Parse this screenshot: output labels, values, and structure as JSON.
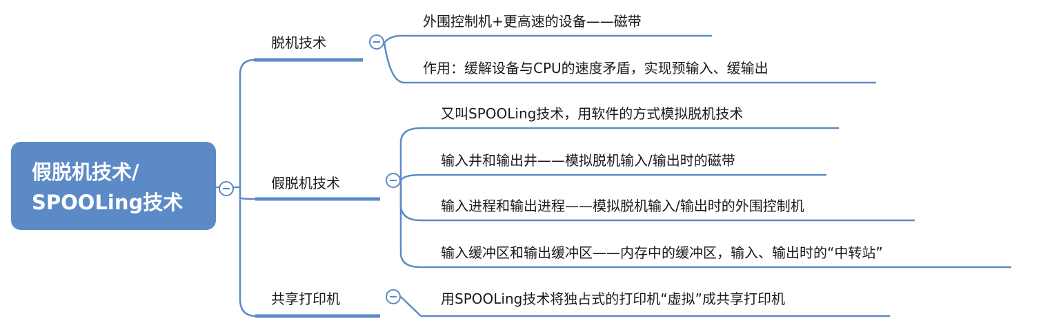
{
  "root": {
    "line1": "假脱机技术/",
    "line2": "SPOOLing技术"
  },
  "branches": [
    {
      "label": "脱机技术",
      "children": [
        "外围控制机+更高速的设备——磁带",
        "作用：缓解设备与CPU的速度矛盾，实现预输入、缓输出"
      ]
    },
    {
      "label": "假脱机技术",
      "children": [
        "又叫SPOOLing技术，用软件的方式模拟脱机技术",
        "输入井和输出井——模拟脱机输入/输出时的磁带",
        "输入进程和输出进程——模拟脱机输入/输出时的外围控制机",
        "输入缓冲区和输出缓冲区——内存中的缓冲区，输入、输出时的“中转站”"
      ]
    },
    {
      "label": "共享打印机",
      "children": [
        "用SPOOLing技术将独占式的打印机“虚拟”成共享打印机"
      ]
    }
  ],
  "colors": {
    "accent": "#5b8ac7",
    "line": "#5b8ac7",
    "text": "#1a1a1a"
  },
  "icons": {
    "collapse": "minus-circle-icon"
  }
}
